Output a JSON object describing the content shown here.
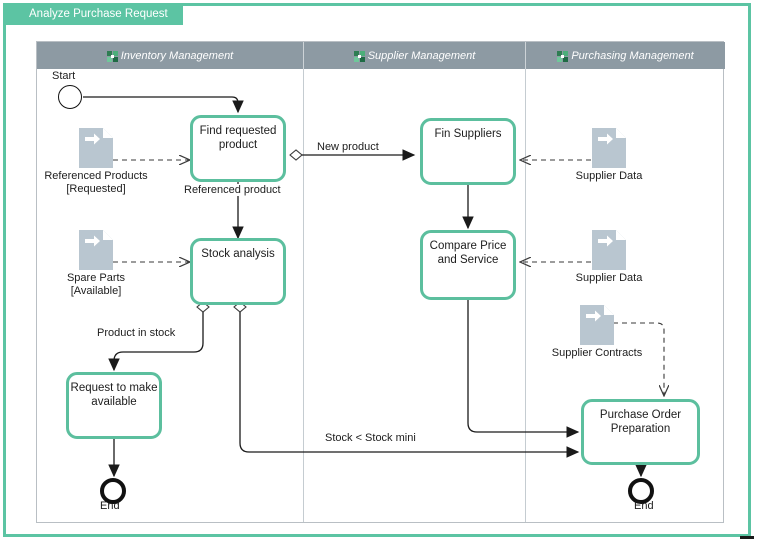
{
  "window": {
    "title": "Analyze Purchase Request",
    "accent_color": "#5cc4a3",
    "task_border_color": "#5cbf9e",
    "lane_header_color": "#8d9aa3",
    "data_object_color": "#b9c6d0"
  },
  "pool": {
    "lanes": [
      {
        "label": "Inventory Management",
        "icon": "puzzle-piece-icon"
      },
      {
        "label": "Supplier Management",
        "icon": "puzzle-piece-icon"
      },
      {
        "label": "Purchasing Management",
        "icon": "puzzle-piece-icon"
      }
    ]
  },
  "events": [
    {
      "id": "start",
      "label": "Start",
      "type": "start-event"
    },
    {
      "id": "end_left",
      "label": "End",
      "type": "end-event"
    },
    {
      "id": "end_right",
      "label": "End",
      "type": "end-event"
    }
  ],
  "tasks": [
    {
      "id": "find_requested_product",
      "label": "Find requested\nproduct",
      "lane": "Inventory Management"
    },
    {
      "id": "stock_analysis",
      "label": "Stock analysis",
      "lane": "Inventory Management"
    },
    {
      "id": "request_to_make_available",
      "label": "Request to make\navailable",
      "lane": "Inventory Management"
    },
    {
      "id": "fin_suppliers",
      "label": "Fin Suppliers",
      "lane": "Supplier Management"
    },
    {
      "id": "compare_price_and_service",
      "label": "Compare Price\nand Service",
      "lane": "Supplier Management"
    },
    {
      "id": "purchase_order_preparation",
      "label": "Purchase Order\nPreparation",
      "lane": "Purchasing Management"
    }
  ],
  "data_objects": [
    {
      "id": "referenced_products",
      "label": "Referenced Products\n[Requested]",
      "lane": "Inventory Management"
    },
    {
      "id": "spare_parts",
      "label": "Spare Parts\n[Available]",
      "lane": "Inventory Management"
    },
    {
      "id": "supplier_data_1",
      "label": "Supplier Data",
      "lane": "Purchasing Management"
    },
    {
      "id": "supplier_data_2",
      "label": "Supplier Data",
      "lane": "Purchasing Management"
    },
    {
      "id": "supplier_contracts",
      "label": "Supplier Contracts",
      "lane": "Purchasing Management"
    }
  ],
  "flow_labels": [
    {
      "id": "new_product",
      "label": "New product"
    },
    {
      "id": "referenced_product",
      "label": "Referenced product"
    },
    {
      "id": "product_in_stock",
      "label": "Product in stock"
    },
    {
      "id": "stock_below_mini",
      "label": "Stock < Stock mini"
    }
  ]
}
